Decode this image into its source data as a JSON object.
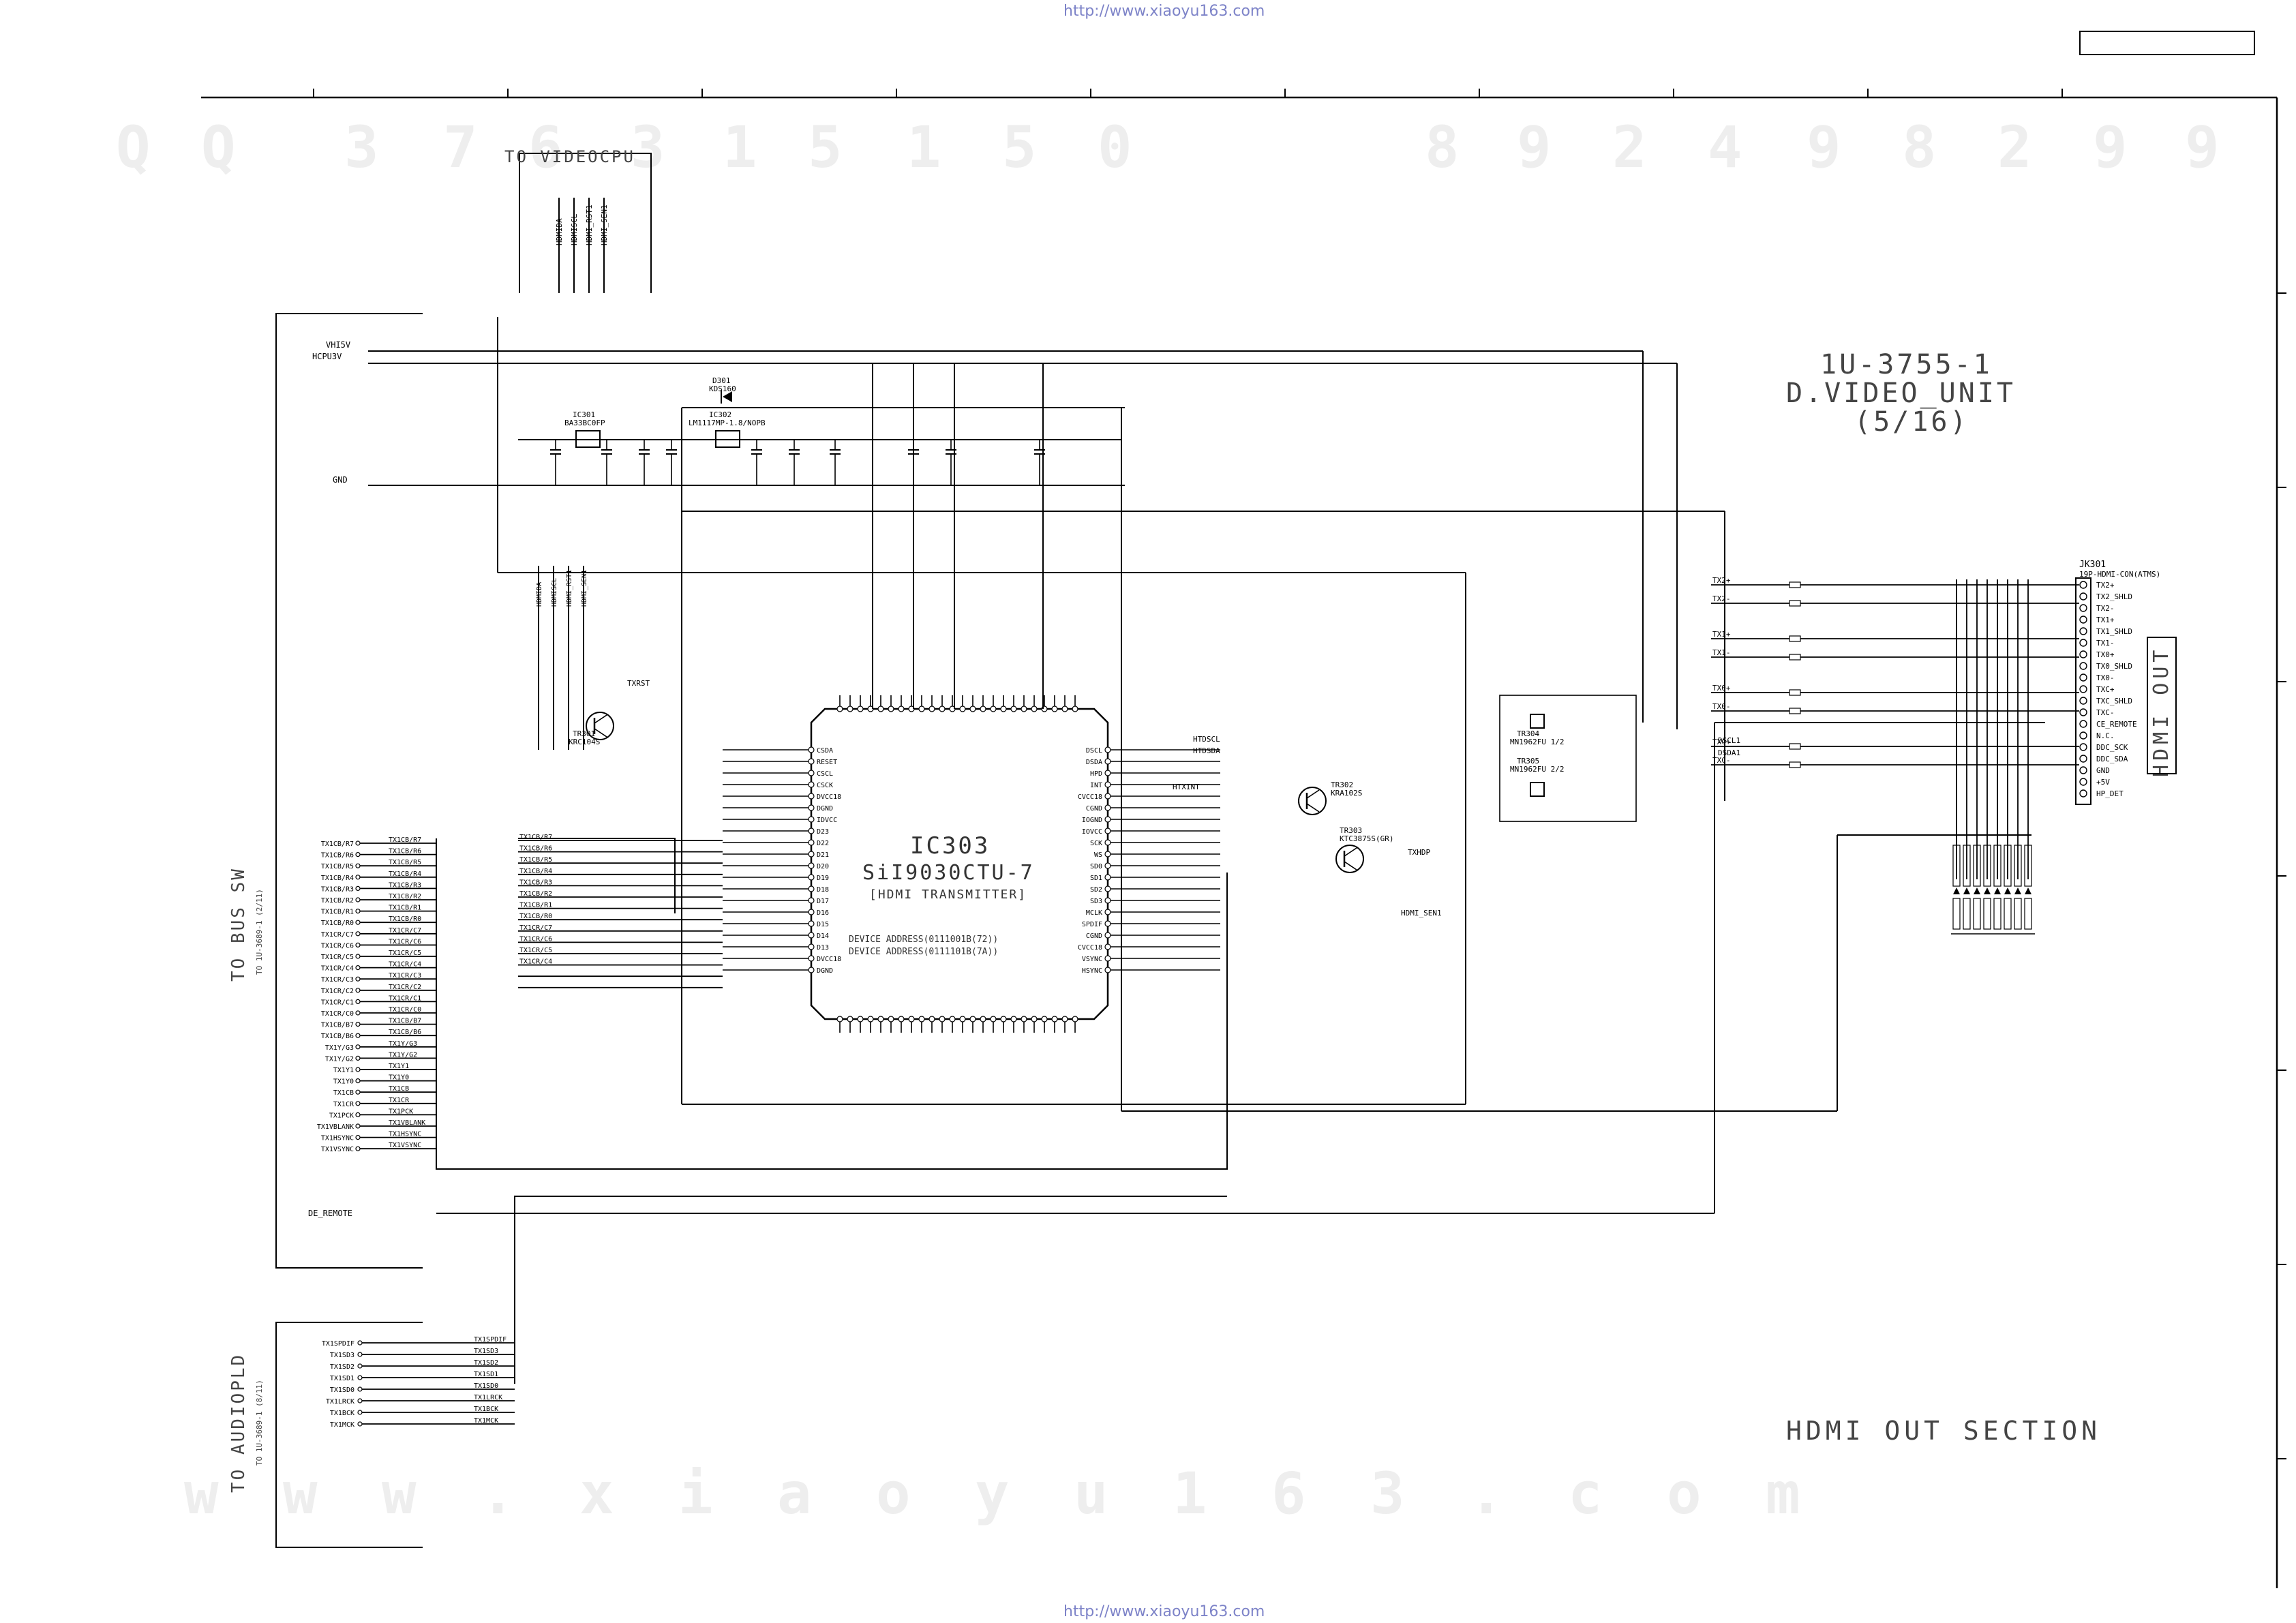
{
  "header_url": "http://www.xiaoyu163.com",
  "footer_url": "http://www.xiaoyu163.com",
  "watermark_top": [
    "Q",
    "Q",
    "3",
    "7",
    "6",
    "3",
    "1",
    "5",
    "1",
    "5",
    "0",
    "8",
    "9",
    "2",
    "4",
    "9",
    "8",
    "2",
    "9",
    "9"
  ],
  "watermark_bottom": [
    "w",
    "w",
    "w",
    ".",
    "x",
    "i",
    "a",
    "o",
    "y",
    "u",
    "1",
    "6",
    "3",
    ".",
    "c",
    "o",
    "m"
  ],
  "title": {
    "line1": "1U-3755-1",
    "line2": "D.VIDEO_UNIT",
    "line3": "(5/16)"
  },
  "section_title": "HDMI OUT SECTION",
  "connector_label": "HDMI OUT",
  "group_labels": {
    "to_videocpu": "TO VIDEOCPU",
    "to_bus_sw": "TO BUS SW",
    "to_bus_sw_ref": "TO 1U-3689-1 (2/11)",
    "to_audiopld": "TO AUDIOPLD",
    "to_audiopld_ref": "TO 1U-3689-1 (8/11)"
  },
  "ic303": {
    "ref": "IC303",
    "part": "SiI9030CTU-7",
    "function": "[HDMI TRANSMITTER]",
    "addr1": "DEVICE ADDRESS(0111001B(72))",
    "addr2": "DEVICE ADDRESS(0111101B(7A))"
  },
  "videocpu_signals": [
    "HDMIDA",
    "HDMISCL",
    "HDMI_RST1",
    "HDMI_SEN1"
  ],
  "power_inputs": [
    "VHI5V",
    "HCPU3V"
  ],
  "gnd_label": "GND",
  "bus_signals": [
    "TX1CB/R7",
    "TX1CB/R6",
    "TX1CB/R5",
    "TX1CB/R4",
    "TX1CB/R3",
    "TX1CB/R2",
    "TX1CB/R1",
    "TX1CB/R0",
    "TX1CR/C7",
    "TX1CR/C6",
    "TX1CR/C5",
    "TX1CR/C4",
    "TX1CR/C3",
    "TX1CR/C2",
    "TX1CR/C1",
    "TX1CR/C0",
    "TX1CB/B7",
    "TX1CB/B6",
    "TX1Y/G3",
    "TX1Y/G2",
    "TX1Y1",
    "TX1Y0",
    "TX1CB",
    "TX1CR",
    "TX1PCK",
    "TX1VBLANK",
    "TX1HSYNC",
    "TX1VSYNC"
  ],
  "de_remote": "DE_REMOTE",
  "audio_signals": [
    "TX1SPDIF",
    "TX1SD3",
    "TX1SD2",
    "TX1SD1",
    "TX1SD0",
    "TX1LRCK",
    "TX1BCK",
    "TX1MCK"
  ],
  "hdmi_pins": [
    "TX2+",
    "TX2_SHLD",
    "TX2-",
    "TX1+",
    "TX1_SHLD",
    "TX1-",
    "TX0+",
    "TX0_SHLD",
    "TX0-",
    "TXC+",
    "TXC_SHLD",
    "TXC-",
    "CE_REMOTE",
    "N.C.",
    "DDC_SCK",
    "DDC_SDA",
    "GND",
    "+5V",
    "HP_DET"
  ],
  "hdmi_conn_ref": "JK301",
  "hdmi_conn_part": "19P-HDMI-CON(ATMS)",
  "tx_nets": [
    "TX2+",
    "TX2-",
    "TX1+",
    "TX1-",
    "TX0+",
    "TX0-",
    "TXC+",
    "TXC-"
  ],
  "regulators": [
    {
      "ref": "IC301",
      "part": "BA33BC0FP"
    },
    {
      "ref": "IC302",
      "part": "LM1117MP-1.8/NOPB"
    }
  ],
  "diode": {
    "ref": "D301",
    "part": "KDS160"
  },
  "transistors": [
    {
      "ref": "TR301",
      "part": "KRC104S"
    },
    {
      "ref": "TR302",
      "part": "KRA102S"
    },
    {
      "ref": "TR303",
      "part": "KTC3875S(GR)"
    },
    {
      "ref": "TR304",
      "part": "MN1962FU 1/2"
    },
    {
      "ref": "TR305",
      "part": "MN1962FU 2/2"
    }
  ],
  "ic_left_pins": [
    "CSDA",
    "RESET",
    "CSCL",
    "CSCK",
    "DVCC18",
    "DGND",
    "IDVCC",
    "D23",
    "D22",
    "D21",
    "D20",
    "D19",
    "D18",
    "D17",
    "D16",
    "D15",
    "D14",
    "D13",
    "DVCC18",
    "DGND"
  ],
  "ic_right_pins": [
    "DSCL",
    "DSDA",
    "HPD",
    "INT",
    "CVCC18",
    "CGND",
    "IOGND",
    "IOVCC",
    "SCK",
    "WS",
    "SD0",
    "SD1",
    "SD2",
    "SD3",
    "MCLK",
    "SPDIF",
    "CGND",
    "CVCC18",
    "VSYNC",
    "HSYNC"
  ],
  "hotplug_label": "TXHDP",
  "ddc_nets": [
    "HTDSCL",
    "HTDSDA",
    "DSCL1",
    "DSDA1"
  ],
  "misc_nets": [
    "HTXINT",
    "HDMI_SEN1",
    "TXRST"
  ]
}
